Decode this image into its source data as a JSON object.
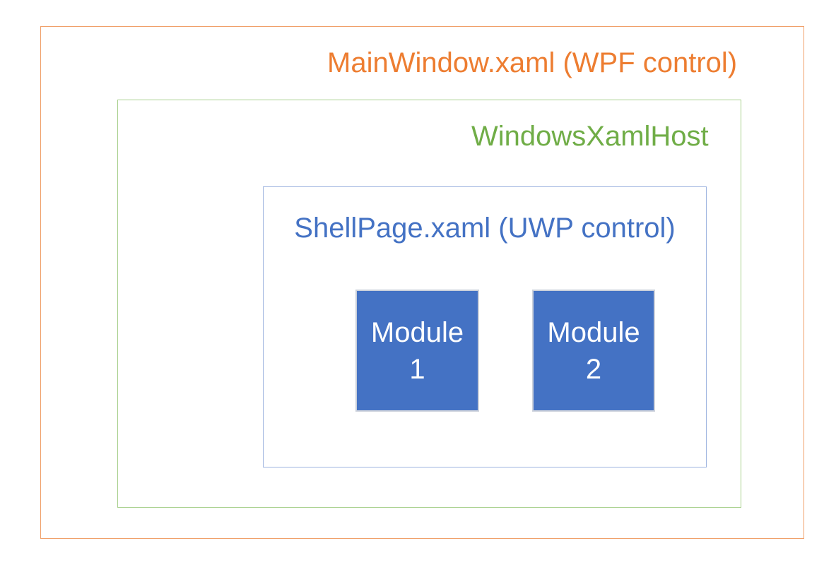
{
  "page": {
    "background": "#FFFFFF"
  },
  "diagram": {
    "outer_box": {
      "label": "MainWindow.xaml (WPF control)",
      "text_color": "#ED7D31",
      "border_color": "#F0A06A"
    },
    "host_box": {
      "label": "WindowsXamlHost",
      "text_color": "#70AD47",
      "border_color": "#A8D08D"
    },
    "shell_box": {
      "label": "ShellPage.xaml (UWP control)",
      "text_color": "#4472C4",
      "border_color": "#9DB3DF"
    },
    "modules": {
      "fill_color": "#4472C4",
      "border_color": "#CCD1DB",
      "text_color": "#FFFFFF",
      "items": [
        {
          "label": "Module\n1"
        },
        {
          "label": "Module\n2"
        }
      ]
    }
  }
}
